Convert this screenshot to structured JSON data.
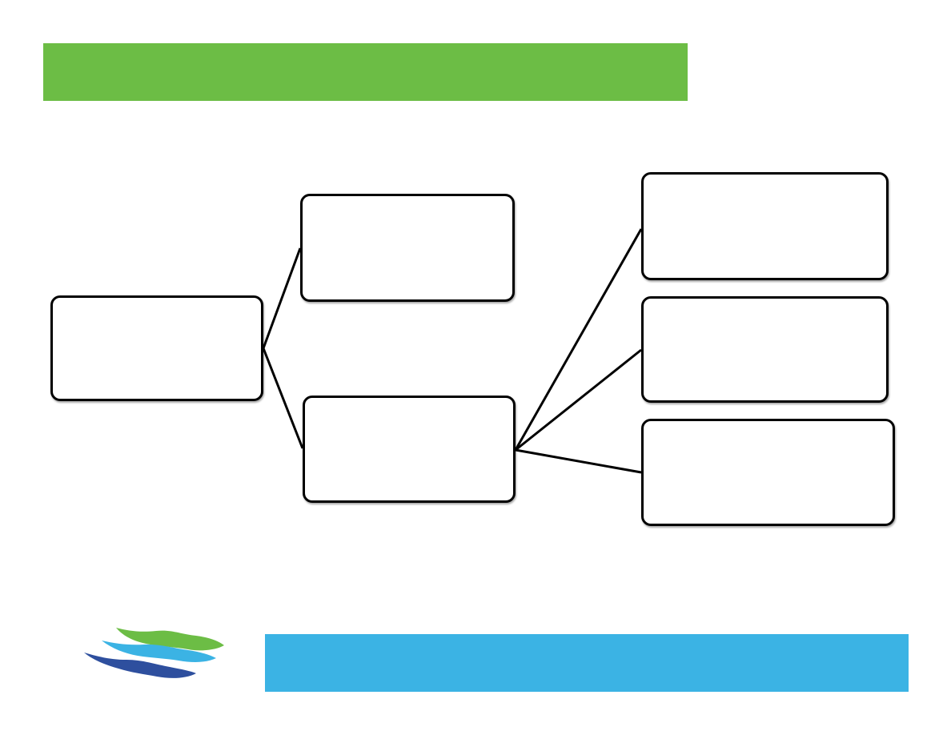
{
  "colors": {
    "title_bar": "#6cbd45",
    "footer_bar": "#3bb3e4",
    "logo_green": "#6cbd45",
    "logo_light_blue": "#3bb3e4",
    "logo_dark_blue": "#2e4f9e",
    "node_border": "#000000",
    "connector": "#000000"
  },
  "diagram": {
    "type": "tree",
    "nodes": [
      {
        "id": "root",
        "label": ""
      },
      {
        "id": "mid-1",
        "label": ""
      },
      {
        "id": "mid-2",
        "label": ""
      },
      {
        "id": "leaf-1",
        "label": ""
      },
      {
        "id": "leaf-2",
        "label": ""
      },
      {
        "id": "leaf-3",
        "label": ""
      }
    ],
    "edges": [
      {
        "from": "root",
        "to": "mid-1"
      },
      {
        "from": "root",
        "to": "mid-2"
      },
      {
        "from": "mid-2",
        "to": "leaf-1"
      },
      {
        "from": "mid-2",
        "to": "leaf-2"
      },
      {
        "from": "mid-2",
        "to": "leaf-3"
      }
    ]
  },
  "logo": {
    "icon": "brush-stroke-waves-logo"
  }
}
